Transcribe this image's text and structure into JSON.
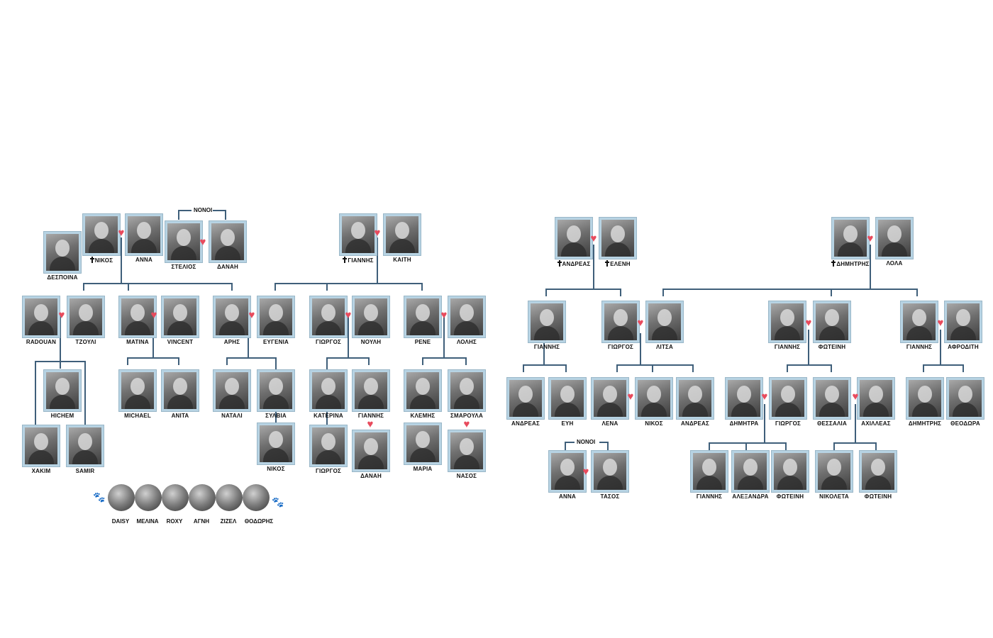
{
  "people": {
    "despoina": "ΔΕΣΠΟΙΝΑ",
    "nikos_l": "ΝΙΚΟΣ",
    "anna_l": "ΑΝΝΑ",
    "stelios": "ΣΤΕΛΙΟΣ",
    "danai_top": "ΔΑΝΑΗ",
    "giannis_l": "ΓΙΑΝΝΗΣ",
    "kaiti": "ΚΑΙΤΗ",
    "radouan": "RADOUAN",
    "tzouli": "ΤΖΟΥΛΙ",
    "matina": "ΜΑΤΙΝΑ",
    "vincent": "VINCENT",
    "aris": "ΑΡΗΣ",
    "eugenia": "ΕΥΓΕΝΙΑ",
    "giorgos_l": "ΓΙΩΡΓΟΣ",
    "noulh": "ΝΟΥΛΗ",
    "rene": "ΡΕΝΕ",
    "lolis": "ΛΟΛΗΣ",
    "hichem": "HICHEM",
    "hakim": "ΧΑΚΙΜ",
    "samir": "SAMIR",
    "michael": "MICHAEL",
    "anita": "ANITA",
    "natali": "ΝΑΤΑΛΙ",
    "sylvia": "ΣΥΛΒΙΑ",
    "nikos_small": "ΝΙΚΟΣ",
    "katerina": "ΚΑΤΕΡΙΝΑ",
    "giannis_k": "ΓΙΑΝΝΗΣ",
    "giorgos_k": "ΓΙΩΡΓΟΣ",
    "danai_k": "ΔΑΝΑΗ",
    "klemis": "ΚΛΕΜΗΣ",
    "smaroula": "ΣΜΑΡΟΥΛΑ",
    "maria": "ΜΑΡΙΑ",
    "nasos": "ΝΑΣΟΣ",
    "andreas_r": "ΑΝΔΡΕΑΣ",
    "eleni_r": "ΕΛΕΝΗ",
    "dimitris_r": "ΔΗΜΗΤΡΗΣ",
    "lola": "ΛΟΛΑ",
    "giannis_r1": "ΓΙΑΝΝΗΣ",
    "giorgos_r1": "ΓΙΩΡΓΟΣ",
    "litsa": "ΛΙΤΣΑ",
    "giannis_r2": "ΓΙΑΝΝΗΣ",
    "foteini_r": "ΦΩΤΕΙΝΗ",
    "giannis_r3": "ΓΙΑΝΝΗΣ",
    "afroditi": "ΑΦΡΟΔΙΤΗ",
    "andreas_c": "ΑΝΔΡΕΑΣ",
    "evi": "ΕΥΗ",
    "lena": "ΛΕΝΑ",
    "nikos_c": "ΝΙΚΟΣ",
    "andreas_c2": "ΑΝΔΡΕΑΣ",
    "dimitra": "ΔΗΜΗΤΡΑ",
    "giorgos_c": "ΓΙΩΡΓΟΣ",
    "thessalia": "ΘΕΣΣΑΛΙΑ",
    "achilleas": "ΑΧΙΛΛΕΑΣ",
    "dimitris_c": "ΔΗΜΗΤΡΗΣ",
    "theodora": "ΘΕΟΔΩΡΑ",
    "anna_r": "ΑΝΝΑ",
    "tasos": "ΤΑΣΟΣ",
    "giannis_g": "ΓΙΑΝΝΗΣ",
    "alexandra": "ΑΛΕΞΑΝΔΡΑ",
    "foteini_g": "ΦΩΤΕΙΝΗ",
    "nikoleta": "ΝΙΚΟΛΕΤΑ",
    "foteini_g2": "ΦΩΤΕΙΝΗ"
  },
  "labels": {
    "nonoi_left": "ΝΟΝΟΙ",
    "nonoi_right": "ΝΟΝΟΙ"
  },
  "pets": [
    "DAISY",
    "ΜΕΛΙΝΑ",
    "ROXY",
    "ΑΓΝΗ",
    "ΖΙΖΕΛ",
    "ΘΟΔΩΡΗΣ"
  ],
  "colors": {
    "frame": "#b7d3e3",
    "line": "#3f5f7a",
    "heart": "#e84b5d"
  }
}
